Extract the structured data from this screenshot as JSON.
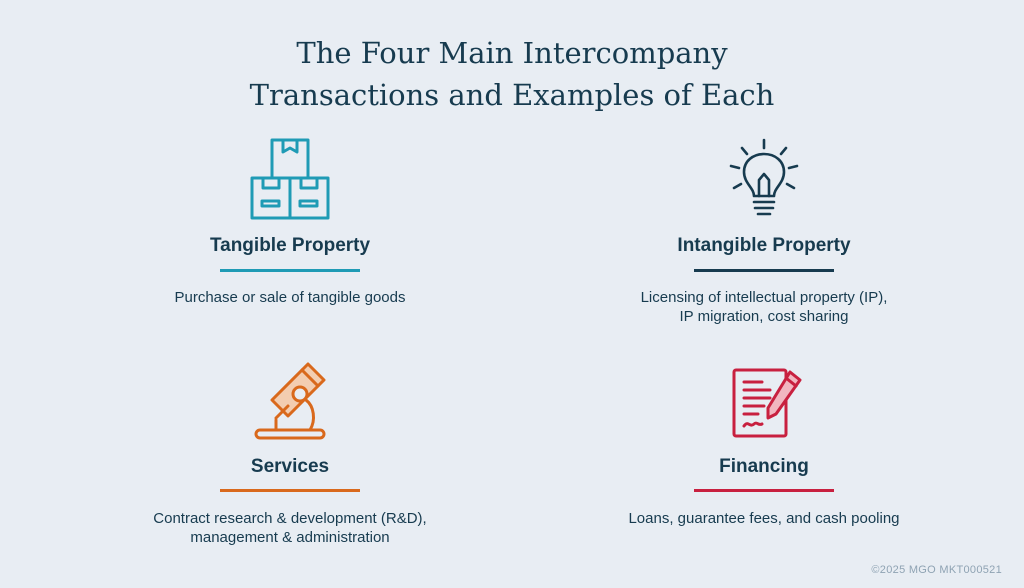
{
  "title": {
    "line1": "The Four Main Intercompany",
    "line2": "Transactions and Examples of Each"
  },
  "cards": [
    {
      "heading": "Tangible Property",
      "desc": [
        "Purchase or sale of tangible goods"
      ],
      "icon": "boxes-icon",
      "color": "#1f9bb5"
    },
    {
      "heading": "Intangible Property",
      "desc": [
        "Licensing of intellectual property (IP),",
        "IP migration, cost sharing"
      ],
      "icon": "lightbulb-icon",
      "color": "#173b4f"
    },
    {
      "heading": "Services",
      "desc": [
        "Contract research & development (R&D),",
        "management & administration"
      ],
      "icon": "microscope-icon",
      "color": "#d9691c"
    },
    {
      "heading": "Financing",
      "desc": [
        "Loans, guarantee fees, and cash pooling"
      ],
      "icon": "signed-contract-icon",
      "color": "#c8203f"
    }
  ],
  "footer": "©2025 MGO  MKT000521"
}
